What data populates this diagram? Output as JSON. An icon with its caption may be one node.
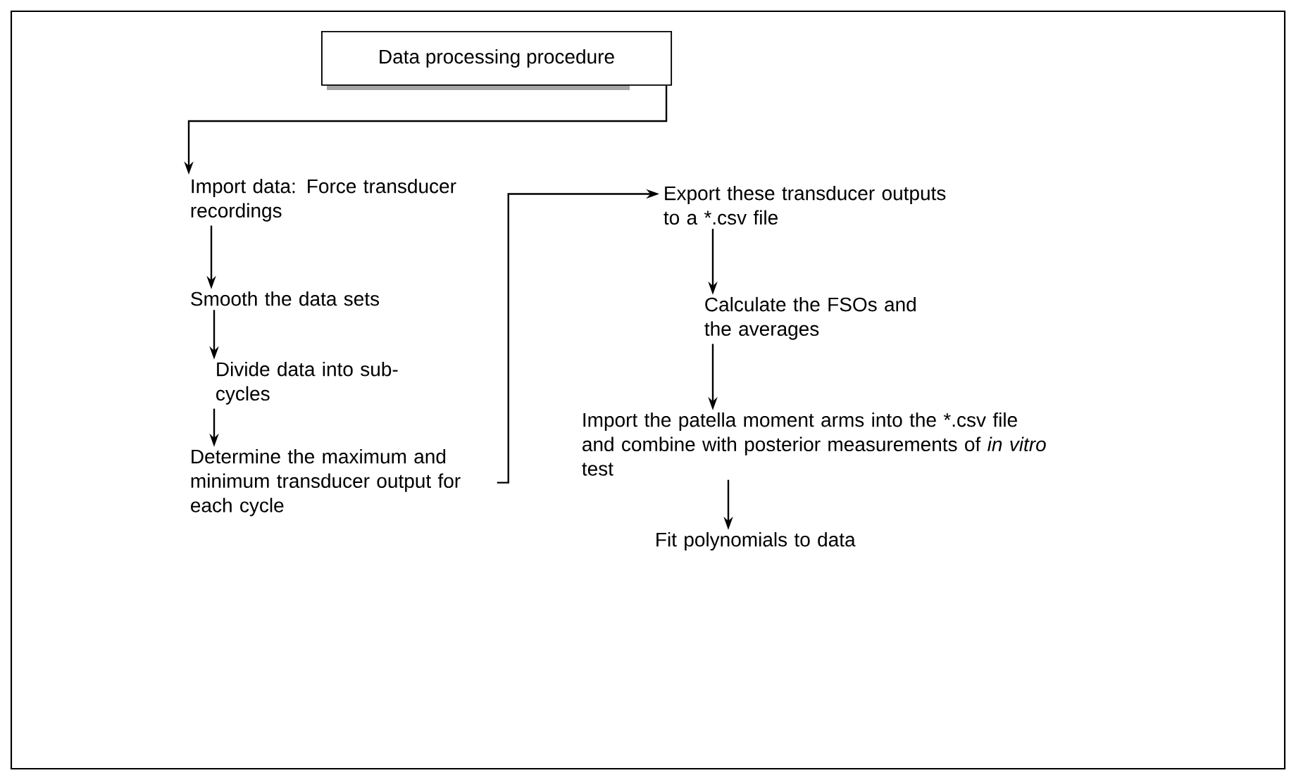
{
  "diagram": {
    "nodes": [
      {
        "text": [
          "Data processing procedure"
        ]
      },
      {
        "text": [
          "Import data:  Force transducer recordings"
        ]
      },
      {
        "text": [
          "Smooth the data sets"
        ]
      },
      {
        "text": [
          "Divide data into sub-cycles"
        ]
      },
      {
        "text": [
          "Determine the maximum and minimum transducer output for each cycle"
        ]
      },
      {
        "text": [
          "Export these transducer outputs to a *.csv file"
        ]
      },
      {
        "text": [
          "Calculate the FSOs and the averages"
        ]
      },
      {
        "text": [
          "Import the patella moment arms into the *.csv file and combine with posterior measurements of *in vitro* test"
        ]
      },
      {
        "text": [
          "Fit polynomials to data"
        ]
      }
    ],
    "edges": [
      {
        "from": 0,
        "to": 1,
        "arrow": "to"
      },
      {
        "from": 1,
        "to": 2,
        "arrow": "to"
      },
      {
        "from": 2,
        "to": 3,
        "arrow": "to"
      },
      {
        "from": 3,
        "to": 4,
        "arrow": "to"
      },
      {
        "from": 4,
        "to": 5,
        "arrow": "to"
      },
      {
        "from": 5,
        "to": 6,
        "arrow": "to"
      },
      {
        "from": 6,
        "to": 7,
        "arrow": "to"
      },
      {
        "from": 7,
        "to": 8,
        "arrow": "to"
      }
    ]
  }
}
